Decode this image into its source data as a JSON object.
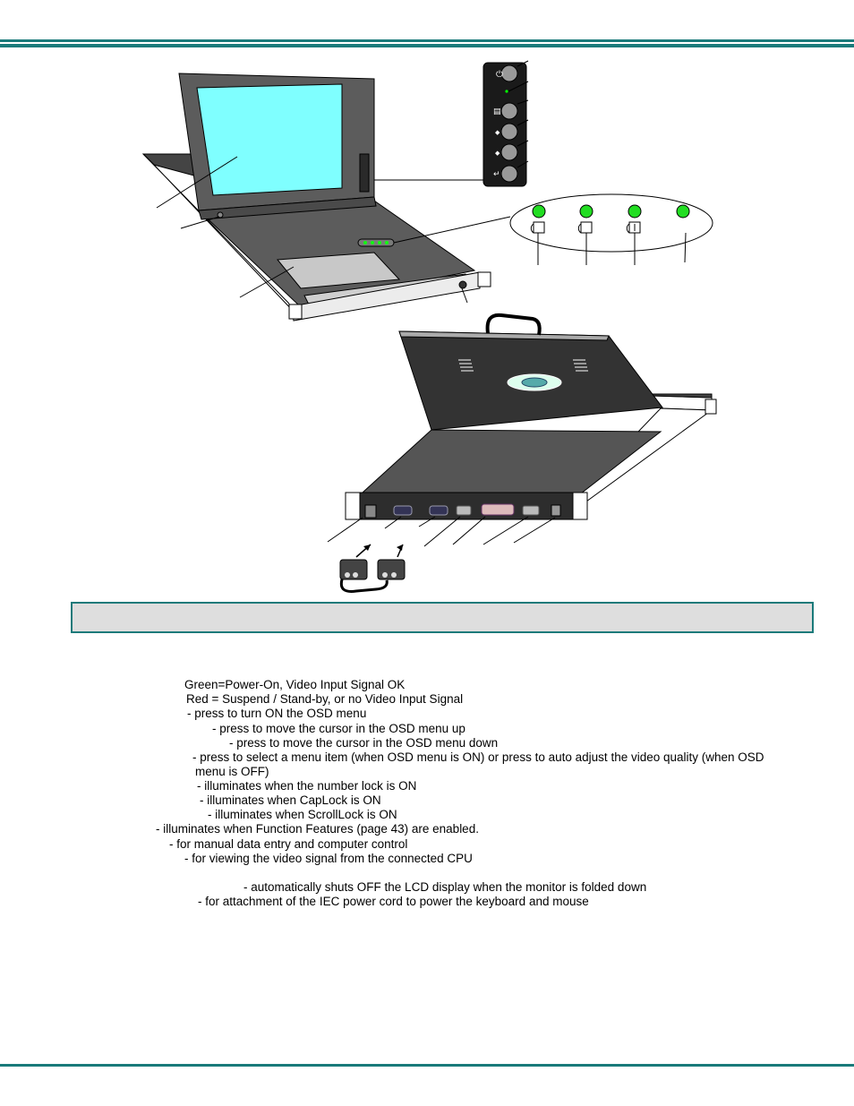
{
  "legend_lines": [
    "Green=Power-On, Video Input Signal OK",
    "Red = Suspend / Stand-by, or no Video Input Signal",
    "- press to turn ON the OSD menu",
    "- press to move the cursor in the OSD menu up",
    "-  press to move the cursor in the OSD menu down",
    "- press to select a menu item (when OSD menu is ON) or press to auto adjust the video quality (when OSD",
    "menu is OFF)",
    "-   illuminates when the number lock is ON",
    "-  illuminates when CapLock is ON",
    "-  illuminates when ScrollLock is ON",
    "-  illuminates when Function Features (page 43) are enabled.",
    "-  for manual data entry and computer control",
    "-  for viewing the video signal from the connected CPU",
    "- automatically shuts OFF the LCD display when the monitor is folded down",
    "-  for attachment of the IEC power cord to power the keyboard and mouse"
  ],
  "colors": {
    "accent_rule": "#1a7a7a",
    "caption_fill": "#dedede",
    "screen": "#7fffff",
    "led_green": "#22dd22",
    "chassis": "#555555"
  },
  "icons": [
    "power-icon",
    "menu-icon",
    "up-icon",
    "down-icon",
    "enter-icon",
    "num-lock-icon",
    "caps-lock-icon",
    "scroll-lock-icon"
  ]
}
